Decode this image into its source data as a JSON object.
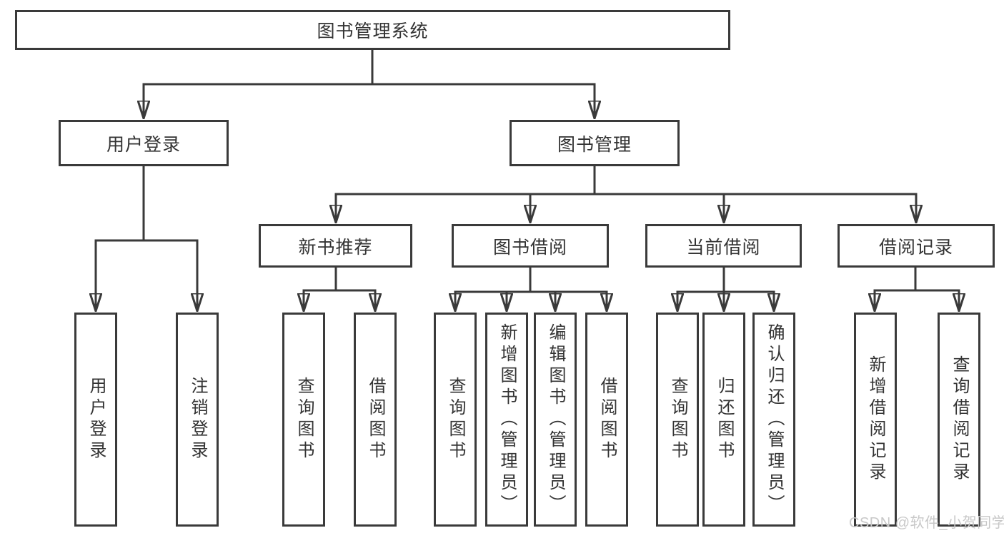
{
  "tree": {
    "label": "图书管理系统",
    "children": [
      {
        "label": "用户登录",
        "children": [
          {
            "label": "用户登录"
          },
          {
            "label": "注销登录"
          }
        ]
      },
      {
        "label": "图书管理",
        "children": [
          {
            "label": "新书推荐",
            "children": [
              {
                "label": "查询图书"
              },
              {
                "label": "借阅图书"
              }
            ]
          },
          {
            "label": "图书借阅",
            "children": [
              {
                "label": "查询图书"
              },
              {
                "label": "新增图书（管理员）"
              },
              {
                "label": "编辑图书（管理员）"
              },
              {
                "label": "借阅图书"
              }
            ]
          },
          {
            "label": "当前借阅",
            "children": [
              {
                "label": "查询图书"
              },
              {
                "label": "归还图书"
              },
              {
                "label": "确认归还（管理员）"
              }
            ]
          },
          {
            "label": "借阅记录",
            "children": [
              {
                "label": "新增借阅记录"
              },
              {
                "label": "查询借阅记录"
              }
            ]
          }
        ]
      }
    ]
  },
  "watermark": {
    "text": "CSDN @软件_小贺同学"
  },
  "colors": {
    "line": "#3a3a3a",
    "box_border": "#3a3a3a",
    "text": "#333333",
    "watermark": "#c8c8c8",
    "background": "#ffffff"
  }
}
